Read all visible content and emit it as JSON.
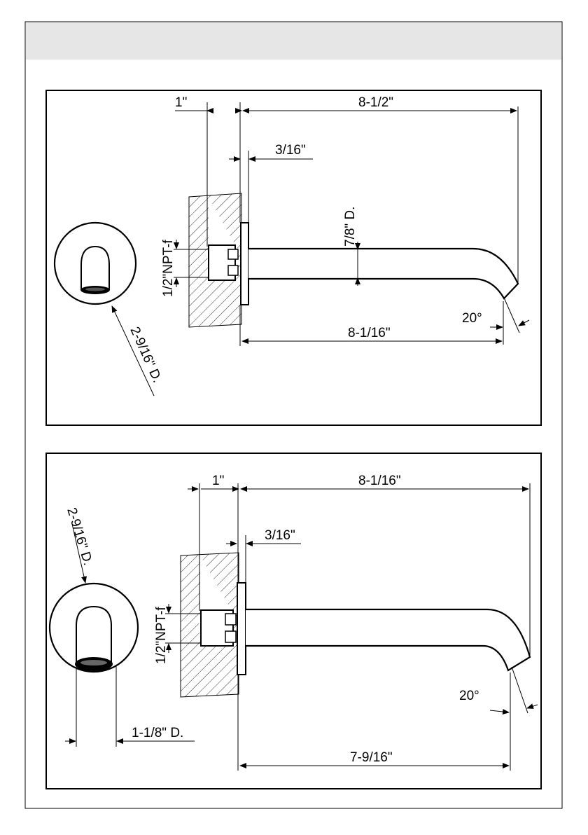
{
  "header": {
    "band_color": "#e6e6e6"
  },
  "top_drawing": {
    "dim_wall_thickness": "1\"",
    "dim_overall_length": "8-1/2\"",
    "dim_flange": "3/16\"",
    "dim_spout_diameter": "7/8\" D.",
    "dim_connection": "1/2\"NPT-f",
    "dim_angle": "20°",
    "dim_reach": "8-1/16\"",
    "dim_escutcheon": "2-9/16\" D."
  },
  "bottom_drawing": {
    "dim_wall_thickness": "1\"",
    "dim_overall_length": "8-1/16\"",
    "dim_flange": "3/16\"",
    "dim_connection": "1/2\"NPT-f",
    "dim_angle": "20°",
    "dim_reach": "7-9/16\"",
    "dim_escutcheon": "2-9/16\" D.",
    "dim_outlet": "1-1/8\" D."
  }
}
